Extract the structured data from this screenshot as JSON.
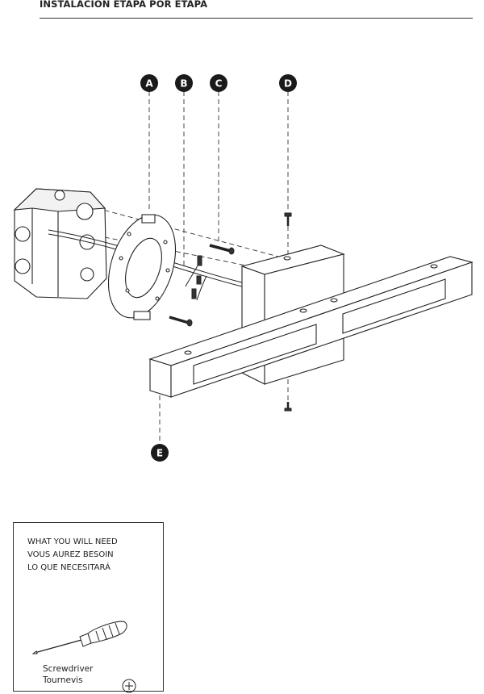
{
  "header": {
    "title": "INSTALACIÓN ETAPA POR ETAPA"
  },
  "diagram": {
    "callouts": {
      "a": "A",
      "b": "B",
      "c": "C",
      "d": "D",
      "e": "E"
    }
  },
  "tools": {
    "heading_lines": [
      "WHAT YOU WILL NEED",
      "VOUS AUREZ BESOIN",
      "LO QUE NECESITARÁ"
    ],
    "items": [
      {
        "icon": "screwdriver-icon",
        "labels": [
          "Screwdriver",
          "Tournevis"
        ]
      }
    ]
  }
}
